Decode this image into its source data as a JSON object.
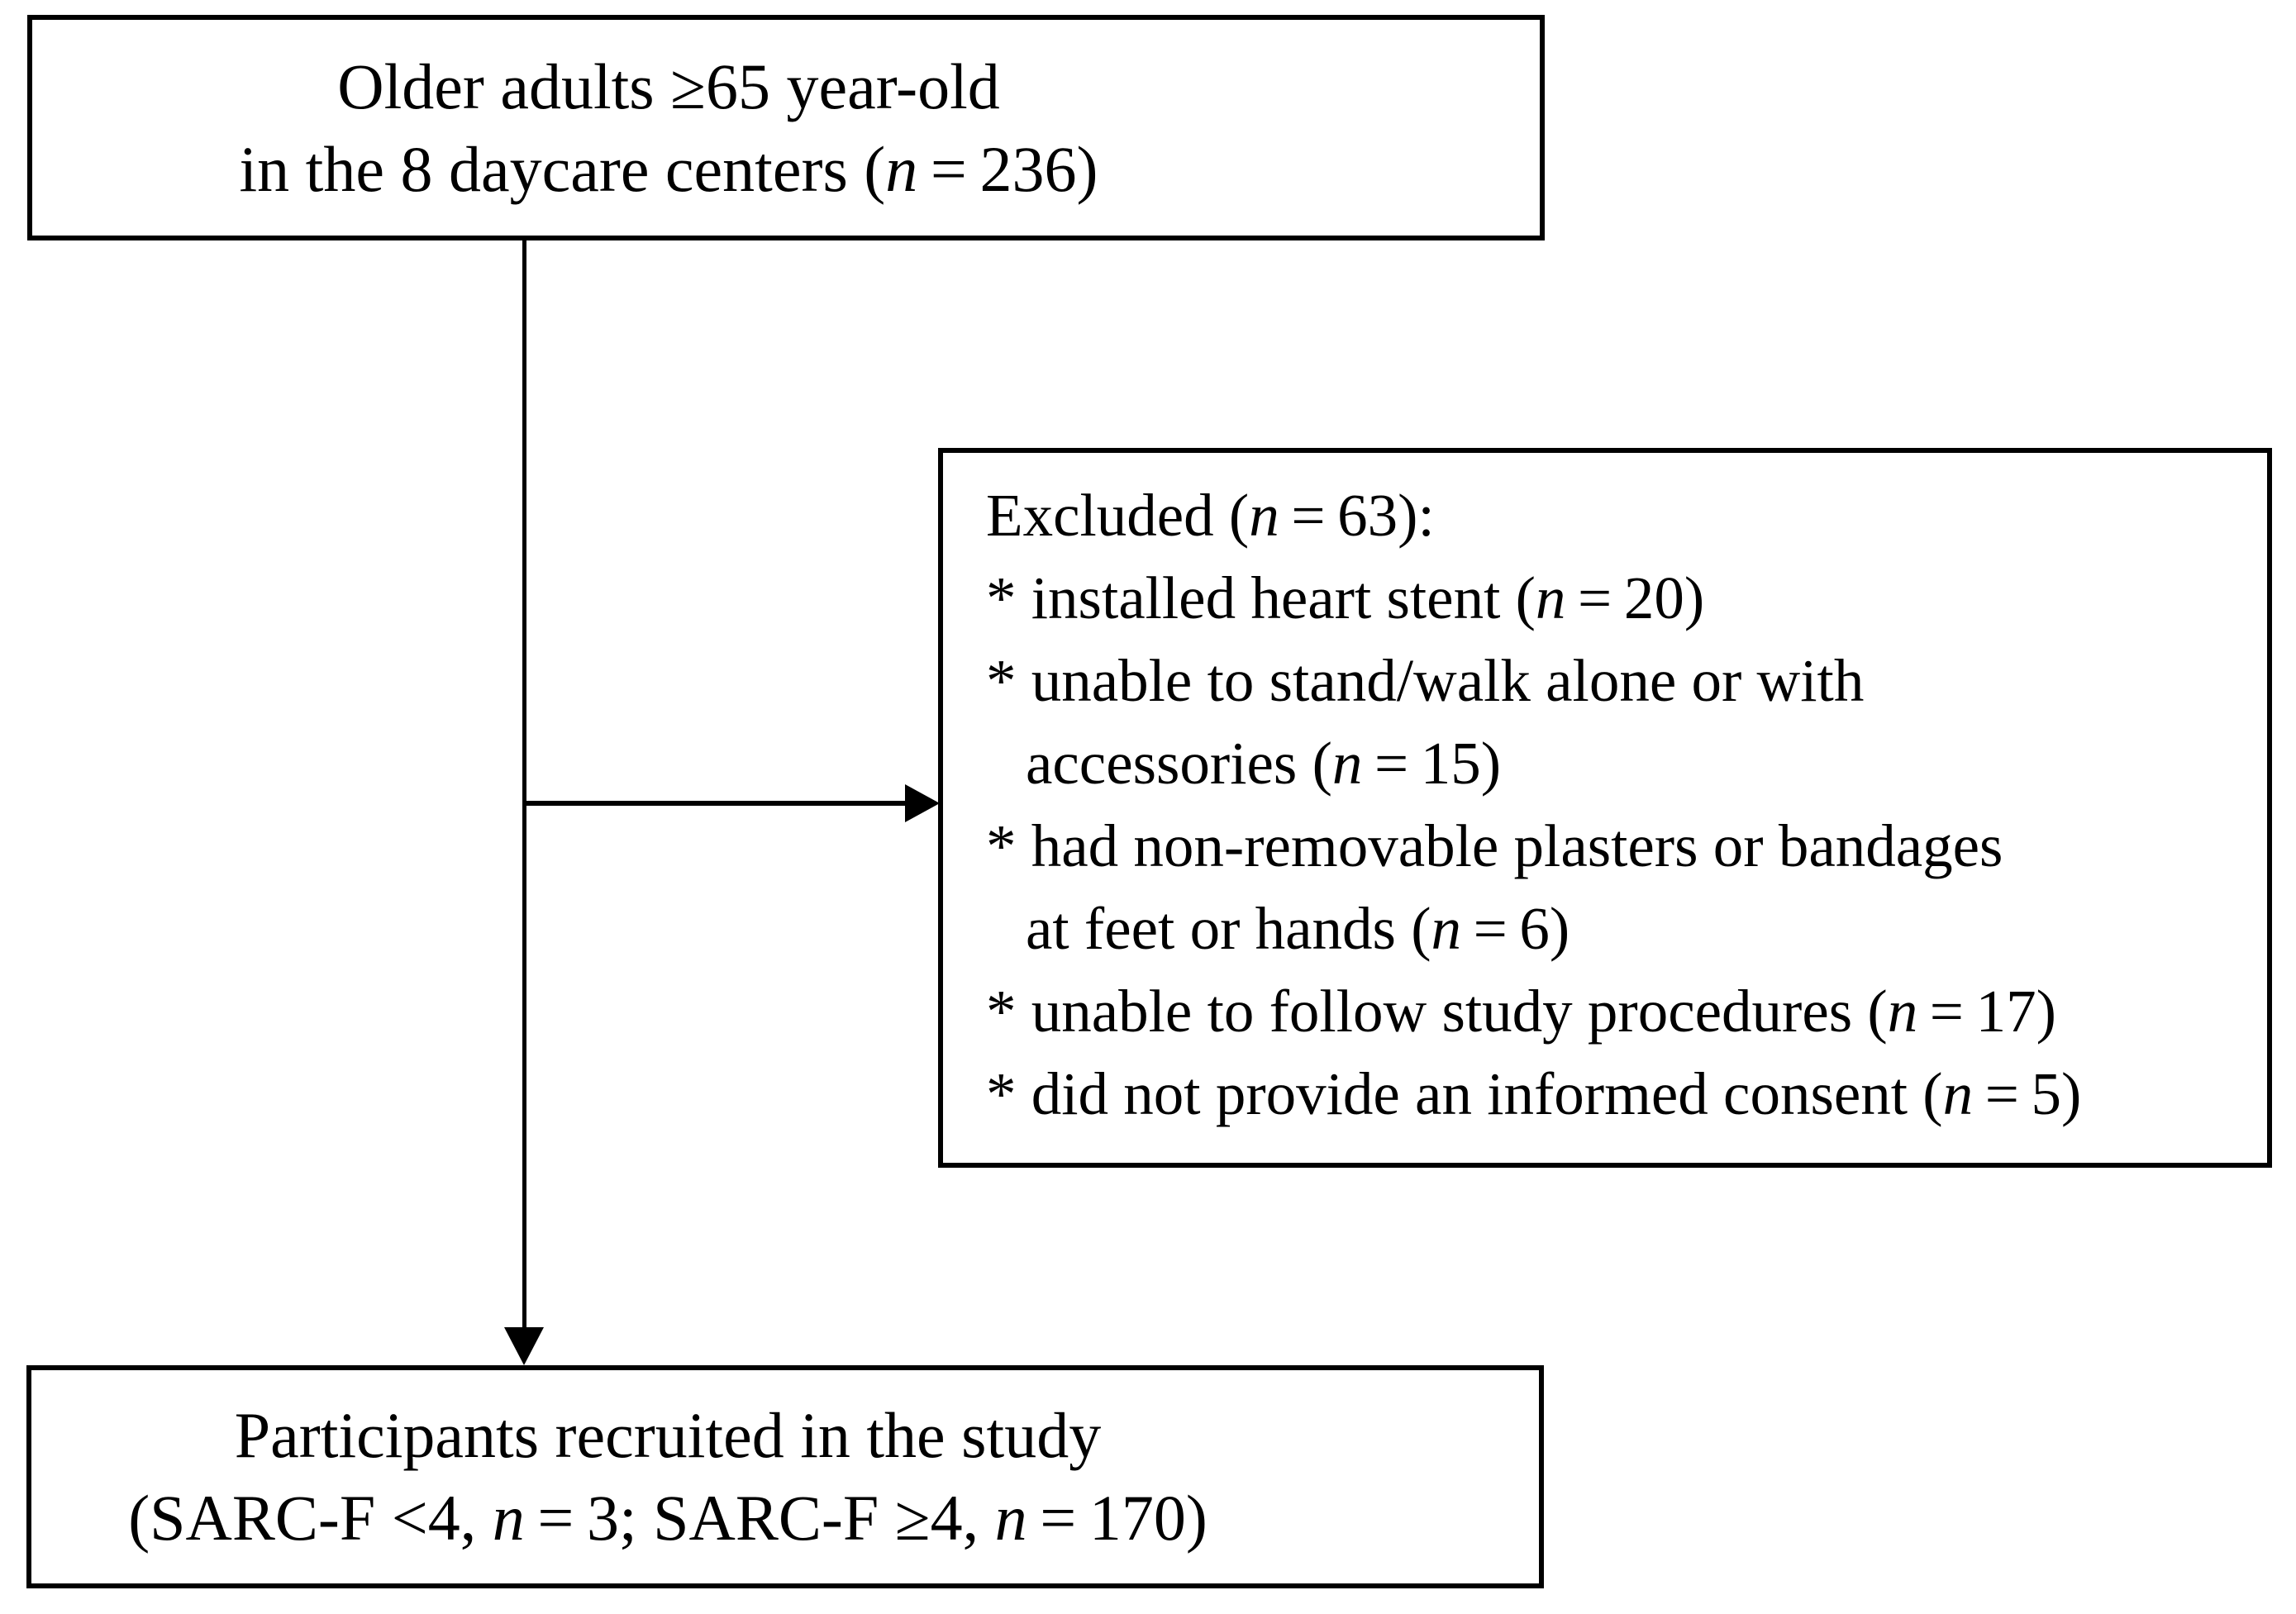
{
  "diagram": {
    "type": "study-flowchart",
    "colors": {
      "background": "#ffffff",
      "border": "#000000",
      "text": "#000000",
      "arrow": "#000000"
    },
    "boxes": {
      "population": {
        "lines": [
          {
            "segs": [
              {
                "t": "Older adults ≥65 year-old"
              }
            ]
          },
          {
            "segs": [
              {
                "t": "in the 8 daycare centers ("
              },
              {
                "t": "n",
                "i": true
              },
              {
                "t": " = 236)"
              }
            ]
          }
        ]
      },
      "excluded": {
        "lines": [
          {
            "segs": [
              {
                "t": "Excluded ("
              },
              {
                "t": "n",
                "i": true
              },
              {
                "t": " = 63):"
              }
            ]
          },
          {
            "segs": [
              {
                "t": "* installed heart stent ("
              },
              {
                "t": "n",
                "i": true
              },
              {
                "t": " = 20)"
              }
            ]
          },
          {
            "segs": [
              {
                "t": "* unable to stand/walk alone or with"
              }
            ]
          },
          {
            "indent": true,
            "segs": [
              {
                "t": "accessories ("
              },
              {
                "t": "n",
                "i": true
              },
              {
                "t": " = 15)"
              }
            ]
          },
          {
            "segs": [
              {
                "t": "* had non-removable plasters or bandages"
              }
            ]
          },
          {
            "indent": true,
            "segs": [
              {
                "t": "at feet or hands ("
              },
              {
                "t": "n",
                "i": true
              },
              {
                "t": " = 6)"
              }
            ]
          },
          {
            "segs": [
              {
                "t": "* unable to follow study procedures ("
              },
              {
                "t": "n",
                "i": true
              },
              {
                "t": " = 17)"
              }
            ]
          },
          {
            "segs": [
              {
                "t": "* did not provide an informed consent ("
              },
              {
                "t": "n",
                "i": true
              },
              {
                "t": " = 5)"
              }
            ]
          }
        ]
      },
      "recruited": {
        "lines": [
          {
            "segs": [
              {
                "t": "Participants recruited in the study"
              }
            ]
          },
          {
            "segs": [
              {
                "t": "(SARC-F <4, "
              },
              {
                "t": "n",
                "i": true
              },
              {
                "t": " = 3; SARC-F ≥4, "
              },
              {
                "t": "n",
                "i": true
              },
              {
                "t": " = 170)"
              }
            ]
          }
        ]
      }
    },
    "connectors": [
      {
        "name": "population-to-recruited",
        "shape": "vertical-arrow-down"
      },
      {
        "name": "population-to-excluded",
        "shape": "horizontal-arrow-right"
      }
    ]
  }
}
